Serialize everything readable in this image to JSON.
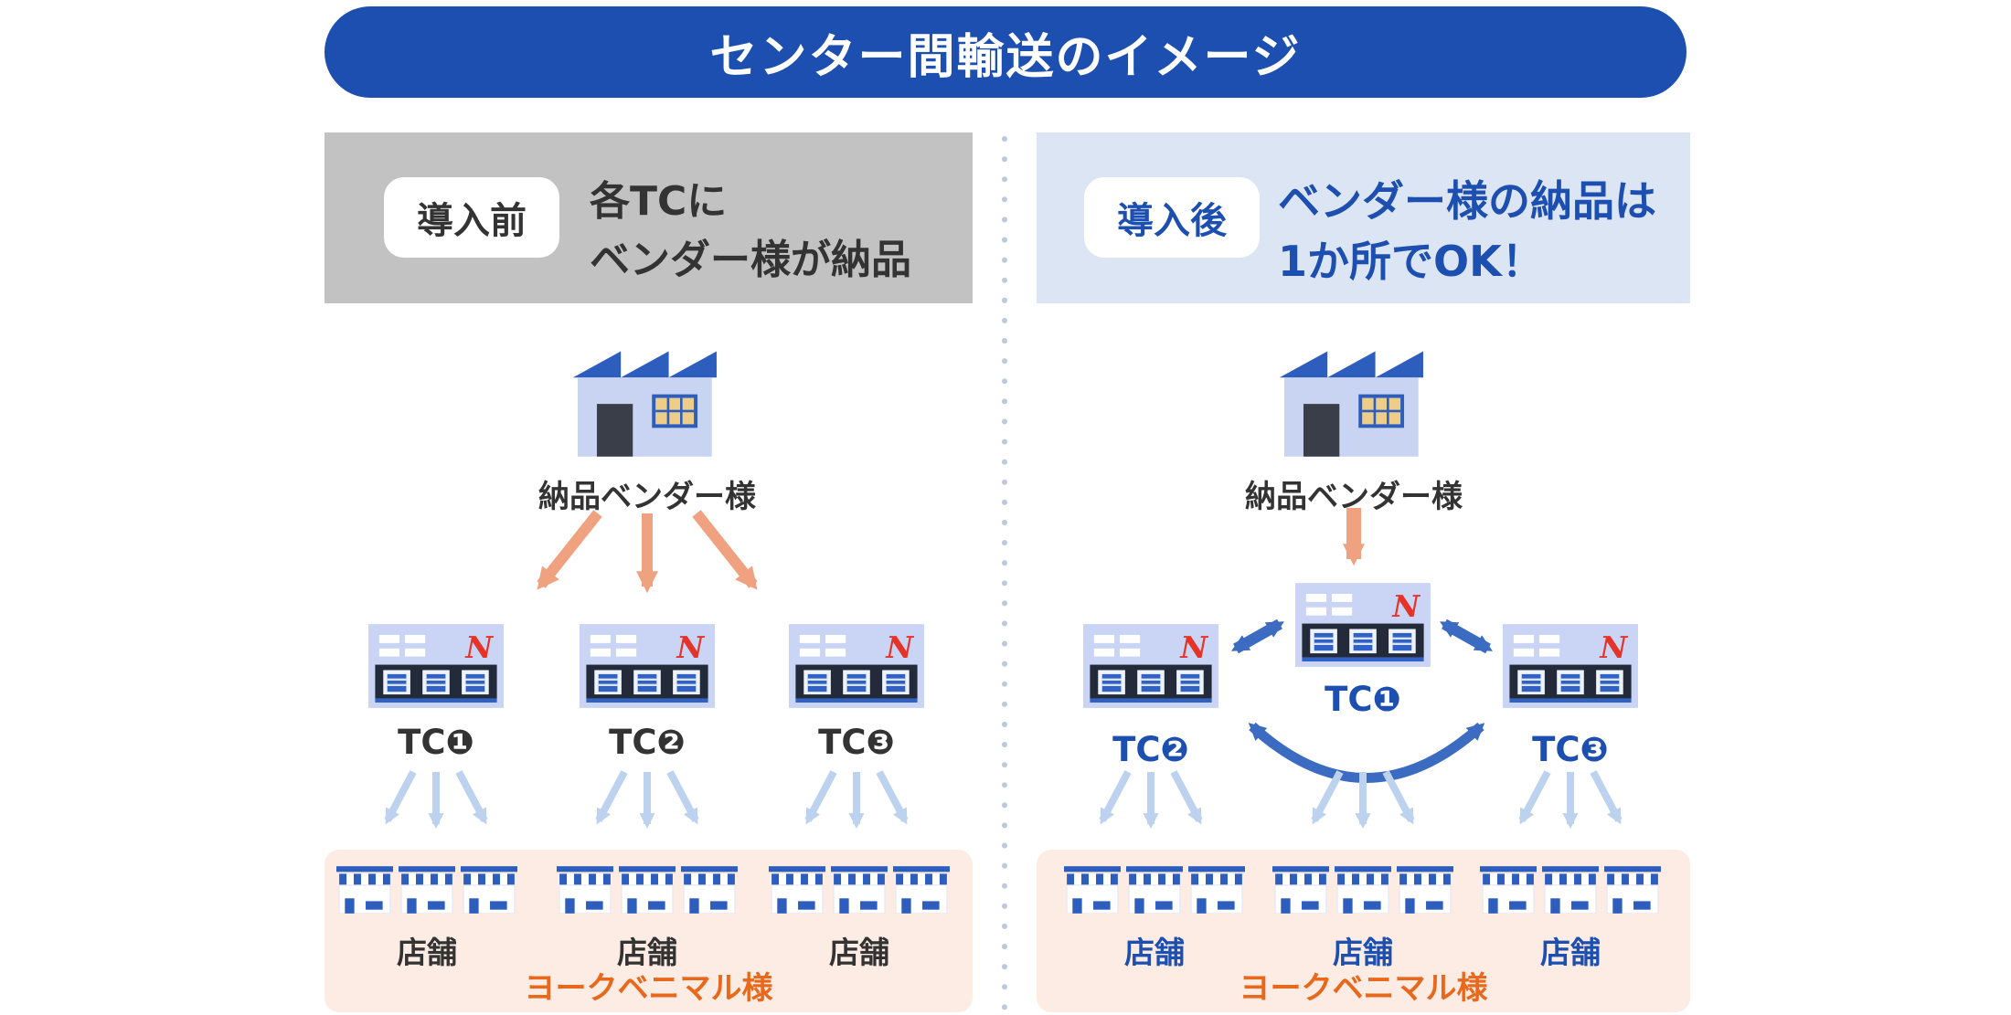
{
  "title": "センター間輸送のイメージ",
  "before": {
    "badge": "導入前",
    "heading_line1": "各TCに",
    "heading_line2": "ベンダー様が納品",
    "vendor_label": "納品ベンダー様",
    "tc_labels": [
      "TC❶",
      "TC❷",
      "TC❸"
    ],
    "store_label": "店舗",
    "company_label": "ヨークベニマル様"
  },
  "after": {
    "badge": "導入後",
    "heading_line1": "ベンダー様の納品は",
    "heading_line2": "1か所でOK！",
    "vendor_label": "納品ベンダー様",
    "tc_center_label": "TC❶",
    "tc_left_label": "TC❷",
    "tc_right_label": "TC❸",
    "store_label": "店舗",
    "company_label": "ヨークベニマル様"
  },
  "logo": "N",
  "colors": {
    "banner_blue": "#1d4fb0",
    "accent_blue": "#1d4fb0",
    "before_header_bg": "#c2c2c2",
    "after_header_bg": "#dbe5f4",
    "orange_arrow": "#f0a17f",
    "light_blue_arrow": "#bdd2ee",
    "dark_blue_arrow": "#3b6cc1",
    "store_box_bg": "#fdece3",
    "company_orange": "#e8681c",
    "building_body": "#c9d3f2",
    "building_blue": "#2e5ebd",
    "logo_red": "#e5332a",
    "text_dark": "#333333"
  }
}
